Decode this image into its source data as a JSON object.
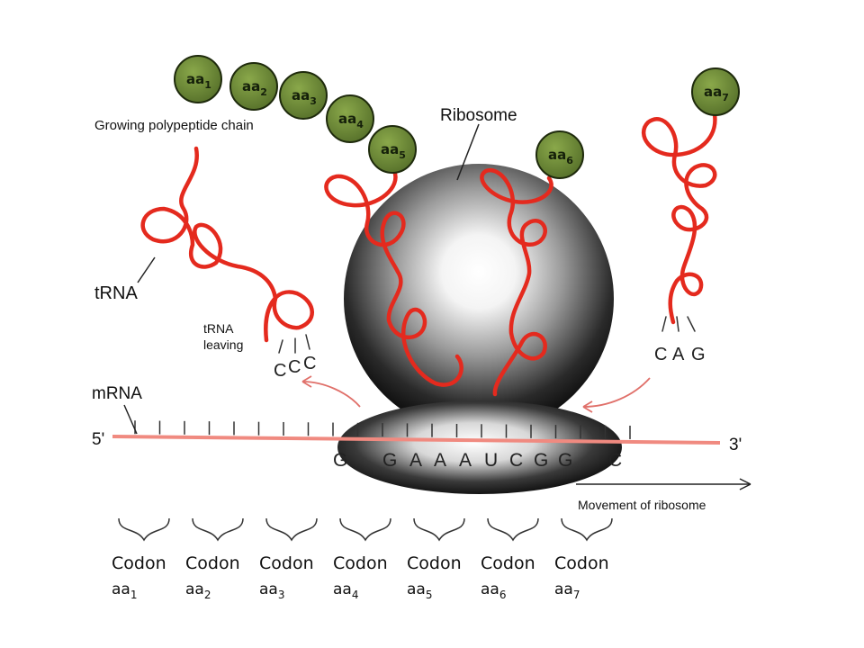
{
  "labels": {
    "growing_chain": "Growing polypeptide chain",
    "ribosome": "Ribosome",
    "trna": "tRNA",
    "trna_leaving": [
      "tRNA",
      "leaving"
    ],
    "mrna": "mRNA",
    "five_prime": "5'",
    "three_prime": "3'",
    "movement": "Movement of ribosome"
  },
  "chain_amino_acids": [
    {
      "base": "aa",
      "sub": "1"
    },
    {
      "base": "aa",
      "sub": "2"
    },
    {
      "base": "aa",
      "sub": "3"
    },
    {
      "base": "aa",
      "sub": "4"
    },
    {
      "base": "aa",
      "sub": "5"
    }
  ],
  "incoming_amino_acids": [
    {
      "base": "aa",
      "sub": "6"
    },
    {
      "base": "aa",
      "sub": "7"
    }
  ],
  "leaving_anticodon": [
    "C",
    "C",
    "C"
  ],
  "incoming_anticodon": [
    "C",
    "A",
    "G"
  ],
  "mrna_bases": [
    "G",
    "",
    "G",
    "A",
    "A",
    "A",
    "U",
    "C",
    "G",
    "G",
    "",
    "C"
  ],
  "codons": [
    {
      "label": "Codon",
      "aa": "aa",
      "sub": "1"
    },
    {
      "label": "Codon",
      "aa": "aa",
      "sub": "2"
    },
    {
      "label": "Codon",
      "aa": "aa",
      "sub": "3"
    },
    {
      "label": "Codon",
      "aa": "aa",
      "sub": "4"
    },
    {
      "label": "Codon",
      "aa": "aa",
      "sub": "5"
    },
    {
      "label": "Codon",
      "aa": "aa",
      "sub": "6"
    },
    {
      "label": "Codon",
      "aa": "aa",
      "sub": "7"
    }
  ],
  "colors": {
    "trna": "#e42a1e",
    "amino_acid_fill": "#6e8a2e",
    "mrna_line": "#f08a80",
    "ribosome_dark": "#111111",
    "ribosome_light": "#ffffff"
  }
}
